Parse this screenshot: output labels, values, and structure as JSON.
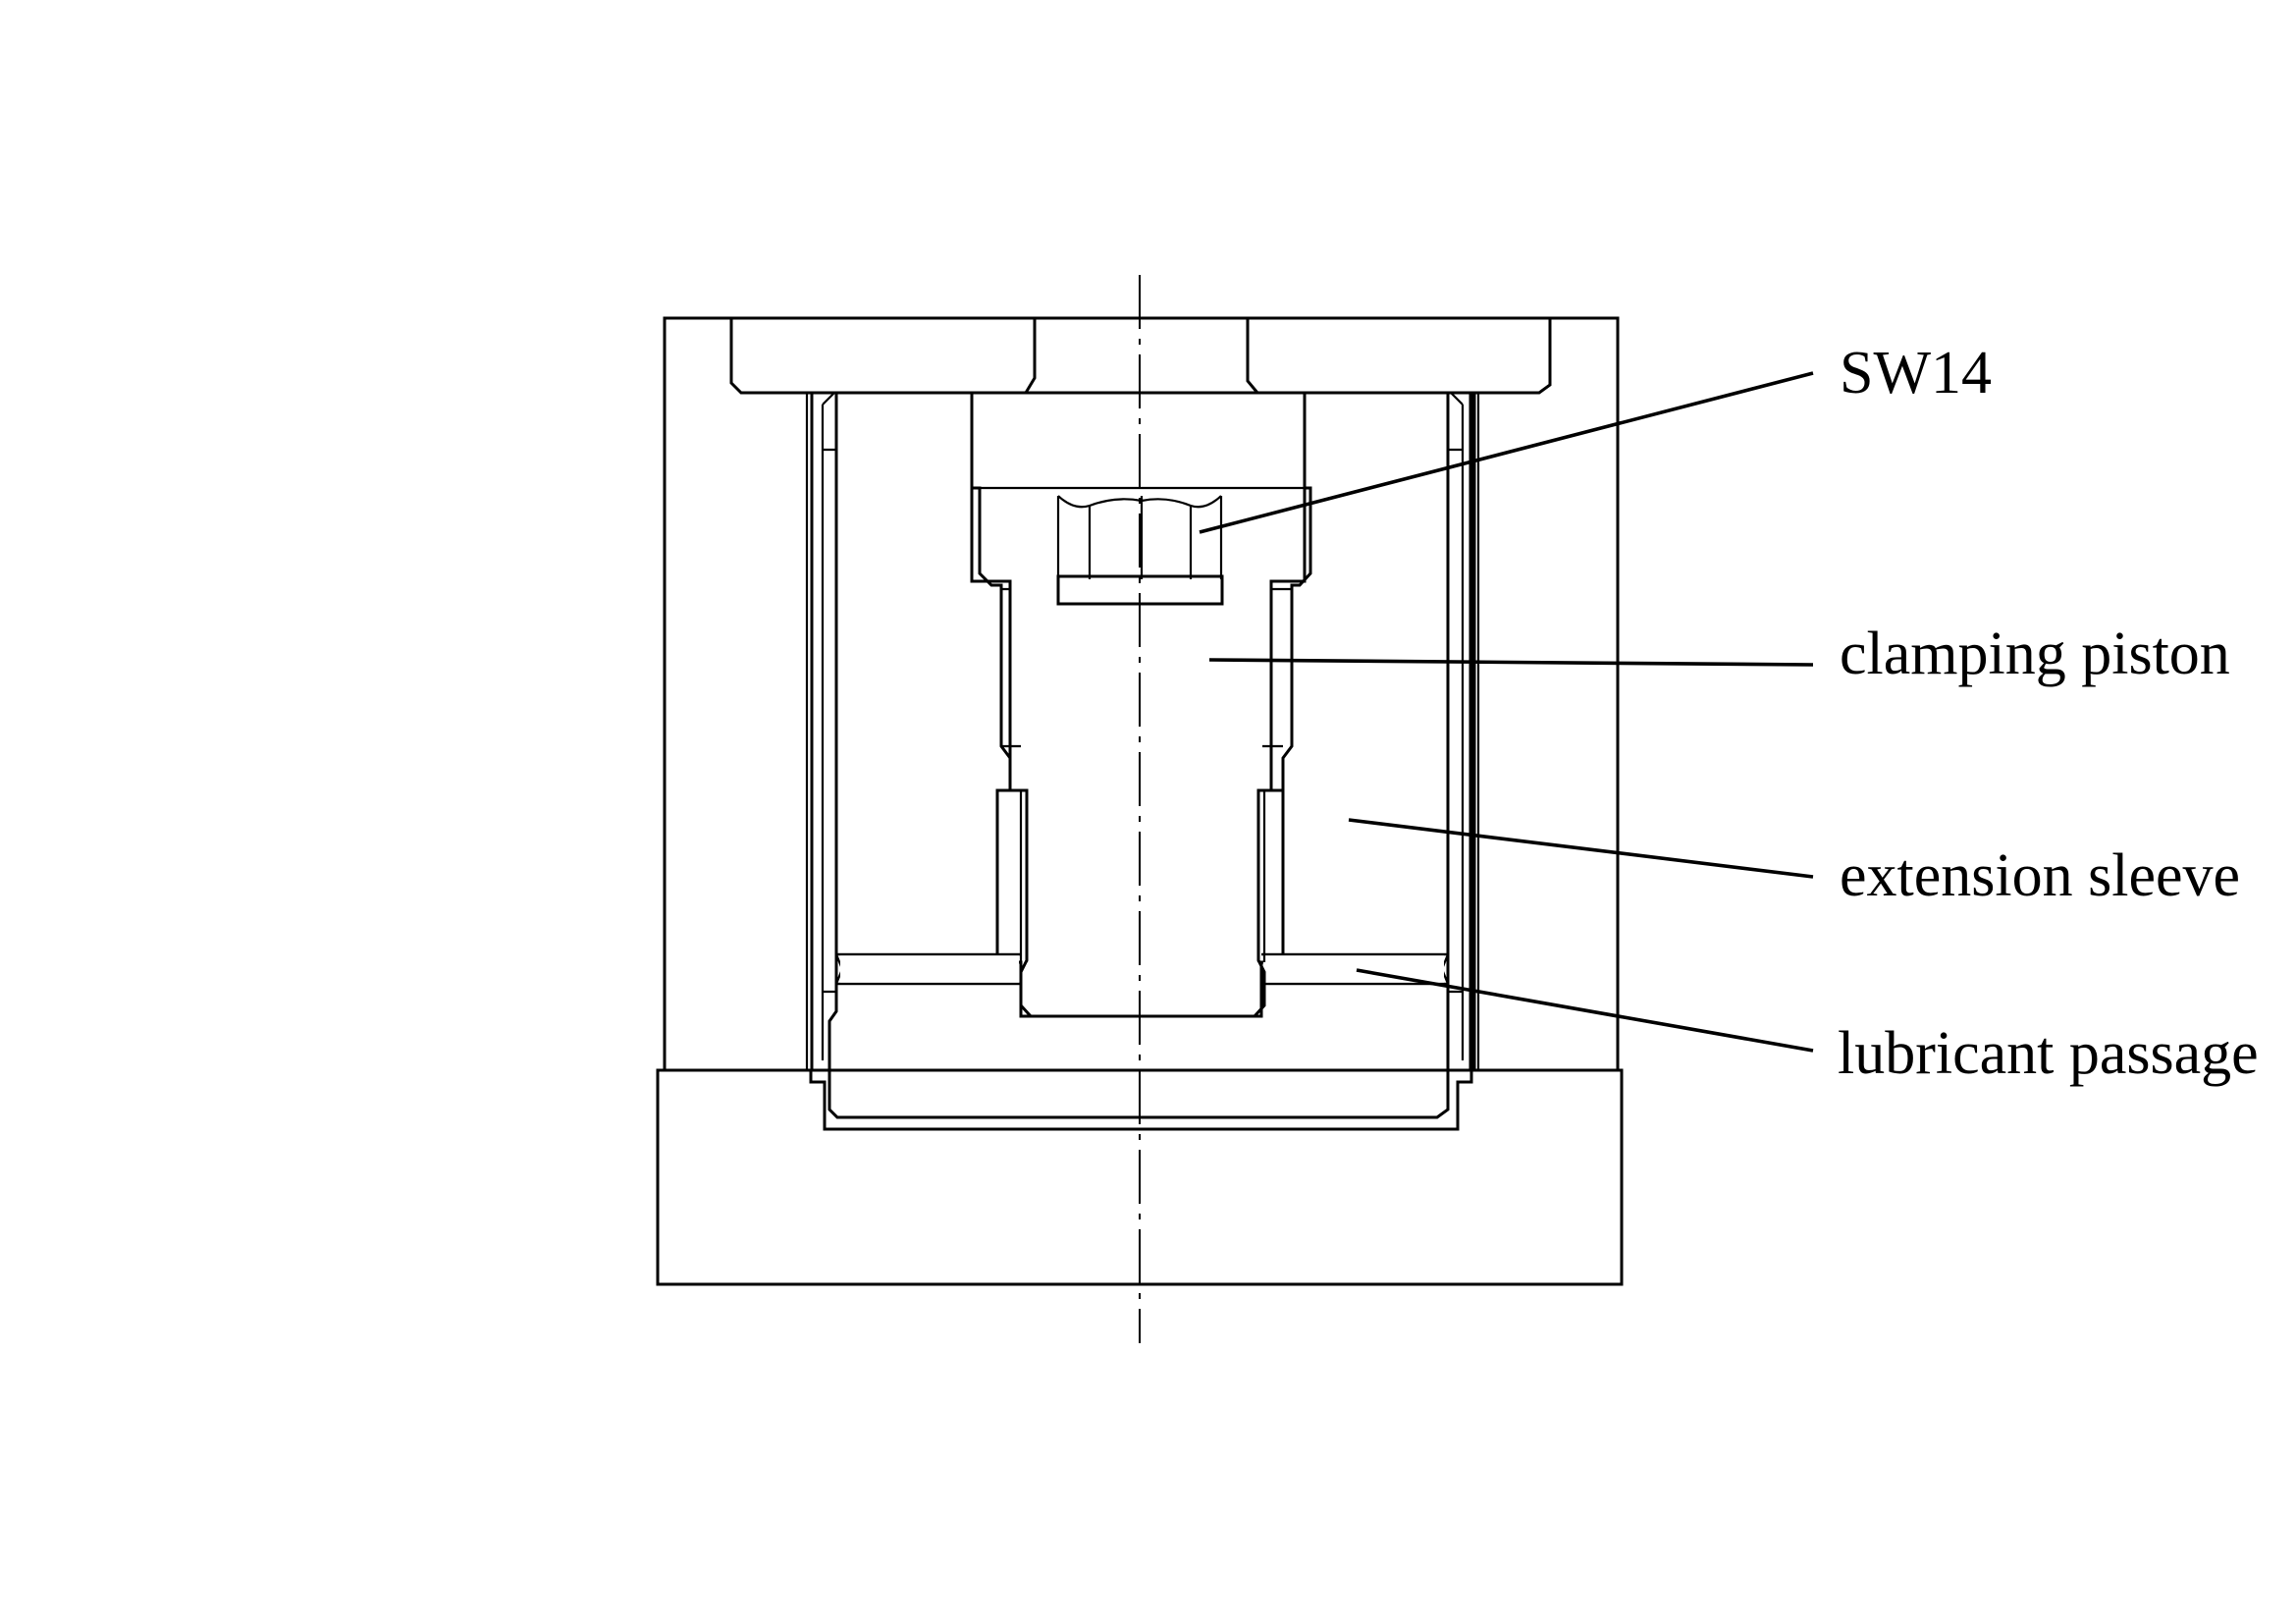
{
  "labels": {
    "sw14": "SW14",
    "clamping_piston": "clamping piston",
    "extension_sleeve": "extension sleeve",
    "lubricant_passage": "lubricant passage"
  }
}
